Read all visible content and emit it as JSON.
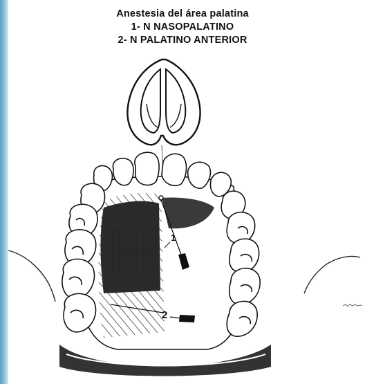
{
  "title": {
    "line1": "Anestesia del área palatina",
    "line2": "1- N NASOPALATINO",
    "line3": "2- N PALATINO ANTERIOR"
  },
  "labels": {
    "point1": "1",
    "point2": "2"
  },
  "colors": {
    "ink": "#111111",
    "shading": "#444444",
    "accent_strip": "#7fb6d6",
    "background": "#ffffff"
  }
}
